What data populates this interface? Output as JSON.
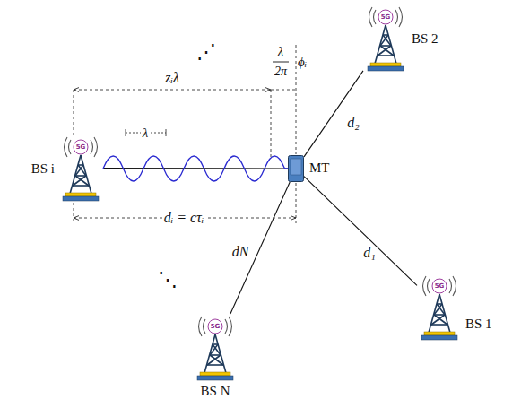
{
  "diagram": {
    "nodes": [
      {
        "text": [
          "5G",
          "BS 2"
        ]
      },
      {
        "text": [
          "5G",
          "BS i"
        ]
      },
      {
        "text": [
          "MT"
        ]
      },
      {
        "text": [
          "5G",
          "BS 1"
        ]
      },
      {
        "text": [
          "5G",
          "BS N"
        ]
      }
    ],
    "edges": [
      {
        "from": 1,
        "to": 2,
        "arrow": "none"
      },
      {
        "from": 0,
        "to": 2,
        "label": "d₂",
        "arrow": "none"
      },
      {
        "from": 3,
        "to": 2,
        "label": "d₁",
        "arrow": "none"
      },
      {
        "from": 4,
        "to": 2,
        "label": "dN",
        "arrow": "none"
      }
    ],
    "labels": [
      "⋰",
      "⋱",
      "zᵢλ",
      "λ",
      "λ",
      "2π",
      "ϕᵢ",
      "dᵢ = cτᵢ"
    ]
  }
}
